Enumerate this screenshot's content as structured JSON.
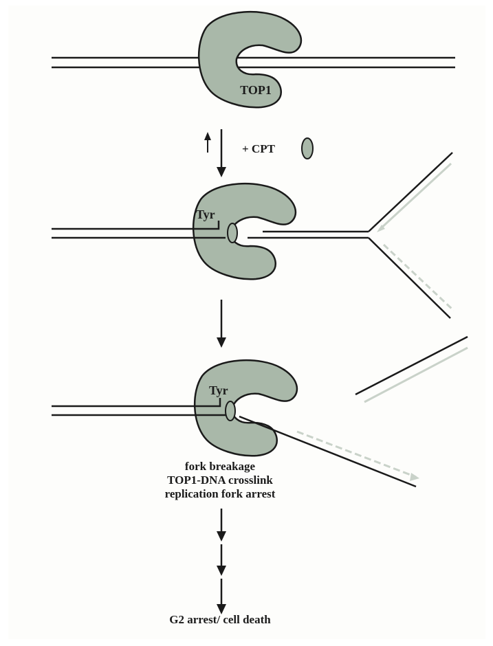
{
  "colors": {
    "protein": "#a9b8a9",
    "stroke": "#1a1a1a",
    "strand": "#1a1a1a",
    "faint": "#c9d2c9",
    "page": "#fdfdfb"
  },
  "labels": {
    "enzyme": "TOP1",
    "drug": "+ CPT",
    "tyr_1": "Tyr",
    "tyr_2": "Tyr"
  },
  "captions": [
    "fork breakage",
    "TOP1-DNA crosslink",
    "replication fork arrest"
  ],
  "outcome": "G2 arrest/ cell death"
}
